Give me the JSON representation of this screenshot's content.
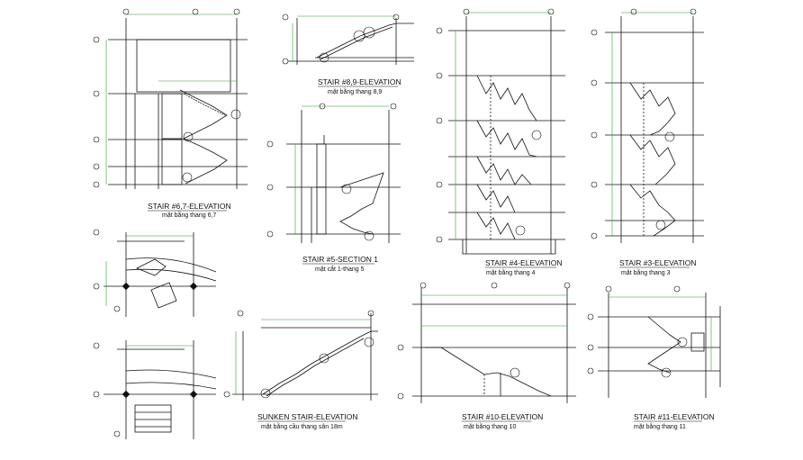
{
  "colors": {
    "linework": "#111111",
    "dimension": "#2f9e2f",
    "background": "#ffffff"
  },
  "drawings": [
    {
      "id": "stair-6-7",
      "title": "STAIR #6,7-ELEVATION",
      "subtitle": "mặt bằng thang 6,7"
    },
    {
      "id": "stair-8-9",
      "title": "STAIR #8,9-ELEVATION",
      "subtitle": "mặt bằng thang 8,9"
    },
    {
      "id": "stair-5",
      "title": "STAIR #5-SECTION 1",
      "subtitle": "mặt cắt 1-thang 5"
    },
    {
      "id": "stair-4",
      "title": "STAIR #4-ELEVATION",
      "subtitle": "mặt bằng thang 4"
    },
    {
      "id": "stair-3",
      "title": "STAIR #3-ELEVATION",
      "subtitle": "mặt bằng thang 3"
    },
    {
      "id": "sunken",
      "title": "SUNKEN STAIR-ELEVATION",
      "subtitle": "mặt bằng cầu thang sân 18m"
    },
    {
      "id": "stair-10",
      "title": "STAIR #10-ELEVATION",
      "subtitle": "mặt bằng thang 10"
    },
    {
      "id": "stair-11",
      "title": "STAIR #11-ELEVATION",
      "subtitle": "mặt bằng thang 11"
    }
  ]
}
